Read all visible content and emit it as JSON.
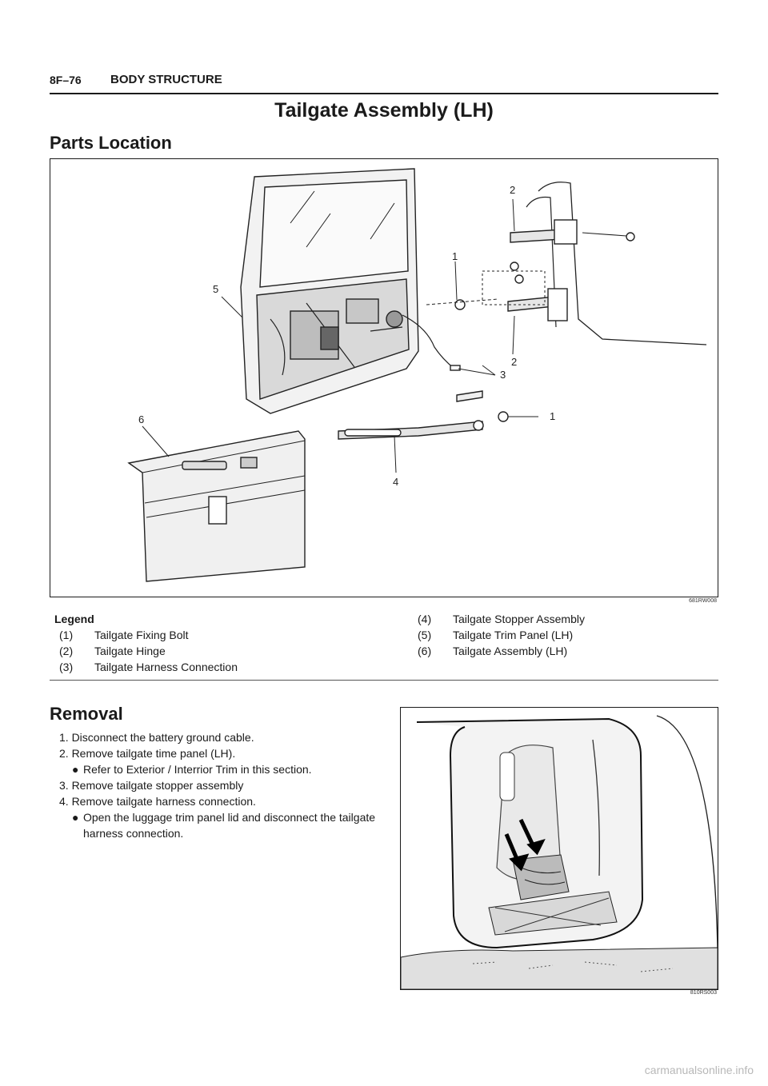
{
  "header": {
    "section_num": "8F–76",
    "section_title": "BODY STRUCTURE"
  },
  "page_title": "Tailgate Assembly (LH)",
  "parts_location": {
    "title": "Parts Location",
    "figure_code": "681RW008",
    "callouts": [
      "1",
      "1",
      "2",
      "2",
      "3",
      "4",
      "5",
      "6"
    ]
  },
  "legend": {
    "title": "Legend",
    "left": [
      {
        "num": "(1)",
        "text": "Tailgate Fixing Bolt"
      },
      {
        "num": "(2)",
        "text": "Tailgate Hinge"
      },
      {
        "num": "(3)",
        "text": "Tailgate Harness Connection"
      }
    ],
    "right": [
      {
        "num": "(4)",
        "text": "Tailgate Stopper Assembly"
      },
      {
        "num": "(5)",
        "text": "Tailgate Trim Panel (LH)"
      },
      {
        "num": "(6)",
        "text": "Tailgate Assembly (LH)"
      }
    ]
  },
  "removal": {
    "title": "Removal",
    "figure_code": "810RS003",
    "steps": [
      {
        "text": "1. Disconnect the battery ground cable."
      },
      {
        "text": "2. Remove tailgate time panel (LH)."
      },
      {
        "bullet": "Refer to Exterior / Interrior Trim in this section."
      },
      {
        "text": "3. Remove tailgate stopper assembly"
      },
      {
        "text": "4. Remove tailgate harness connection."
      },
      {
        "bullet": "Open the luggage trim panel lid and disconnect the tailgate harness connection."
      }
    ]
  },
  "footer": "carmanualsonline.info"
}
